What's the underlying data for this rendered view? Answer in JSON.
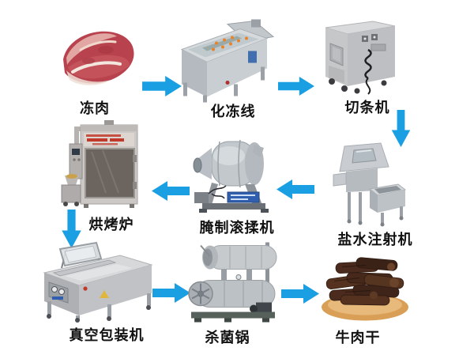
{
  "diagram": {
    "background_color": "#ffffff",
    "arrow_color": "#1b9fe3",
    "label_color": "#111111",
    "stations": [
      {
        "id": "frozen-meat",
        "label": "冻肉",
        "image": "frozen-meat-photo",
        "step": 1
      },
      {
        "id": "thawing-line",
        "label": "化冻线",
        "image": "thawing-line-machine-photo",
        "step": 2
      },
      {
        "id": "strip-cutting-machine",
        "label": "切条机",
        "image": "strip-cutting-machine-photo",
        "step": 3
      },
      {
        "id": "brine-injector",
        "label": "盐水注射机",
        "image": "brine-injector-machine-photo",
        "step": 4
      },
      {
        "id": "marinating-tumbler",
        "label": "腌制滚揉机",
        "image": "marinating-tumbler-machine-photo",
        "step": 5
      },
      {
        "id": "baking-oven",
        "label": "烘烤炉",
        "image": "baking-oven-machine-photo",
        "step": 6
      },
      {
        "id": "vacuum-packaging-machine",
        "label": "真空包装机",
        "image": "vacuum-packaging-machine-photo",
        "step": 7
      },
      {
        "id": "sterilization-pot",
        "label": "杀菌锅",
        "image": "sterilization-pot-machine-photo",
        "step": 8
      },
      {
        "id": "beef-jerky",
        "label": "牛肉干",
        "image": "beef-jerky-photo",
        "step": 9
      }
    ],
    "arrows": [
      {
        "from": "冻肉",
        "to": "化冻线",
        "direction": "right"
      },
      {
        "from": "化冻线",
        "to": "切条机",
        "direction": "right"
      },
      {
        "from": "切条机",
        "to": "盐水注射机",
        "direction": "down"
      },
      {
        "from": "盐水注射机",
        "to": "腌制滚揉机",
        "direction": "left"
      },
      {
        "from": "腌制滚揉机",
        "to": "烘烤炉",
        "direction": "left"
      },
      {
        "from": "烘烤炉",
        "to": "真空包装机",
        "direction": "down"
      },
      {
        "from": "真空包装机",
        "to": "杀菌锅",
        "direction": "right"
      },
      {
        "from": "杀菌锅",
        "to": "牛肉干",
        "direction": "right"
      }
    ]
  }
}
